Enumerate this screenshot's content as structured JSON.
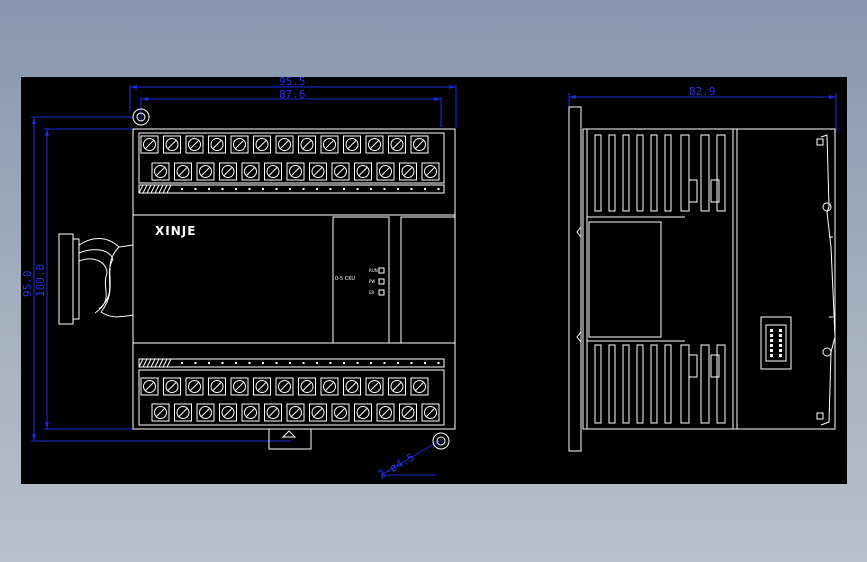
{
  "dimensions": {
    "top_outer": "95.5",
    "top_inner": "87.6",
    "left_outer": "95.0",
    "left_inner": "100.0",
    "side_depth": "82.9",
    "mount_hole": "2-ø4.5"
  },
  "device": {
    "brand": "XINJE",
    "model_label": "0-5 CKU",
    "led_labels": [
      "RUN",
      "PW",
      "ER"
    ]
  },
  "colors": {
    "background": "#000000",
    "line": "#ffffff",
    "dimension": "#1d2be0"
  }
}
